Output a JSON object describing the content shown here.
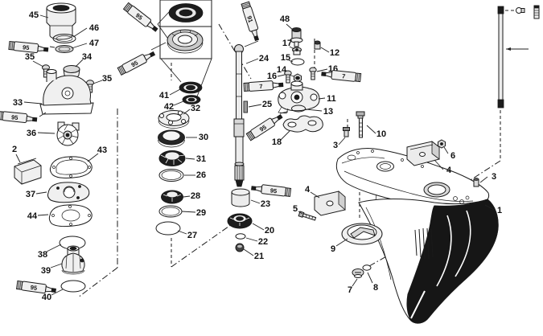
{
  "colors": {
    "background": "#ffffff",
    "ink": "#1a1a1a",
    "shading": "#161616"
  },
  "callouts": {
    "c1": "1",
    "c2": "2",
    "c3a": "3",
    "c3b": "3",
    "c4a": "4",
    "c4b": "4",
    "c5": "5",
    "c6": "6",
    "c7": "7",
    "c8": "8",
    "c9": "9",
    "c10": "10",
    "c11": "11",
    "c12": "12",
    "c13": "13",
    "c14": "14",
    "c15": "15",
    "c16a": "16",
    "c16b": "16",
    "c17": "17",
    "c18": "18",
    "c20": "20",
    "c21": "21",
    "c22": "22",
    "c23": "23",
    "c24": "24",
    "c25": "25",
    "c26": "26",
    "c27": "27",
    "c28": "28",
    "c29": "29",
    "c30": "30",
    "c31": "31",
    "c32": "32",
    "c33": "33",
    "c34": "34",
    "c35a": "35",
    "c35b": "35",
    "c36": "36",
    "c37": "37",
    "c38": "38",
    "c39": "39",
    "c40": "40",
    "c41": "41",
    "c42": "42",
    "c43": "43",
    "c44": "44",
    "c45": "45",
    "c46": "46",
    "c47": "47",
    "c48": "48"
  },
  "tubes": {
    "t95a": "95",
    "t95b": "95",
    "t95c": "95",
    "t95d": "95",
    "t95e": "95",
    "t95f": "95",
    "t95g": "95",
    "t91": "91",
    "t7a": "7",
    "t7b": "7"
  }
}
